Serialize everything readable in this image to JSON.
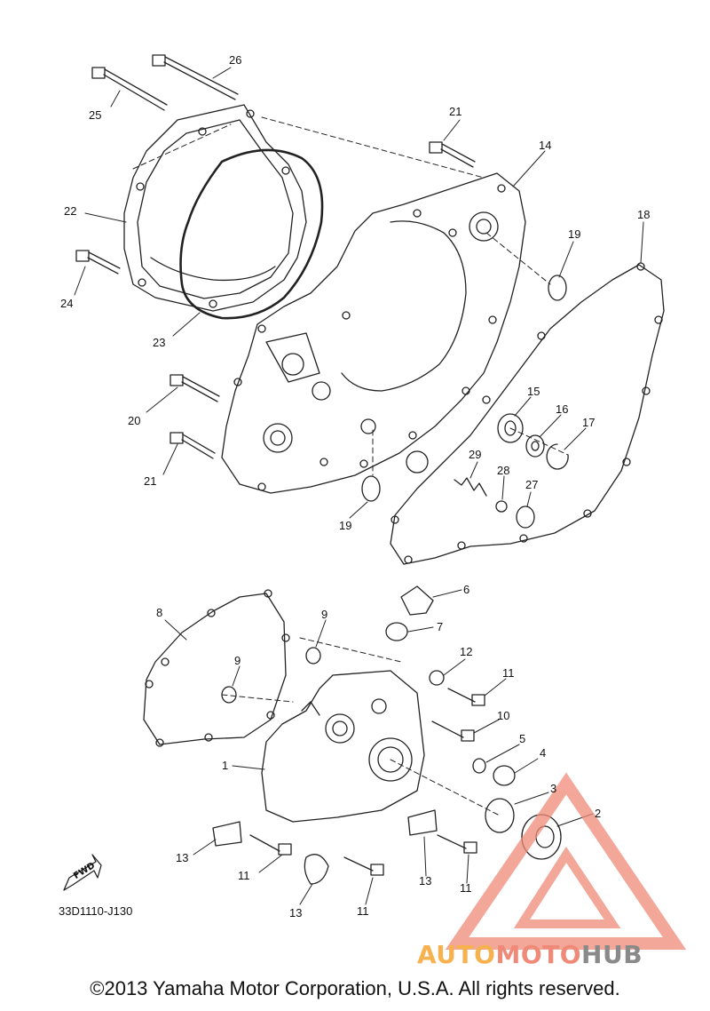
{
  "copyright": "©2013 Yamaha Motor Corporation, U.S.A. All rights reserved.",
  "part_code": "33D1110-J130",
  "fwd_label": "FWD",
  "watermark": {
    "auto": "AUTO",
    "moto": "MOTO",
    "hub": "HUB"
  },
  "callouts": {
    "c1": "1",
    "c2": "2",
    "c3": "3",
    "c4": "4",
    "c5": "5",
    "c6": "6",
    "c7": "7",
    "c8": "8",
    "c9a": "9",
    "c9b": "9",
    "c10": "10",
    "c11a": "11",
    "c11b": "11",
    "c11c": "11",
    "c11d": "11",
    "c12": "12",
    "c13a": "13",
    "c13b": "13",
    "c13c": "13",
    "c14": "14",
    "c15": "15",
    "c16": "16",
    "c17": "17",
    "c18": "18",
    "c19a": "19",
    "c19b": "19",
    "c20": "20",
    "c21a": "21",
    "c21b": "21",
    "c22": "22",
    "c23": "23",
    "c24": "24",
    "c25": "25",
    "c26": "26",
    "c27": "27",
    "c28": "28",
    "c29": "29"
  },
  "colors": {
    "line": "#222222",
    "watermark_red": "#f08a78",
    "watermark_orange": "#f7b24f",
    "watermark_gray": "#8a8a8a"
  }
}
